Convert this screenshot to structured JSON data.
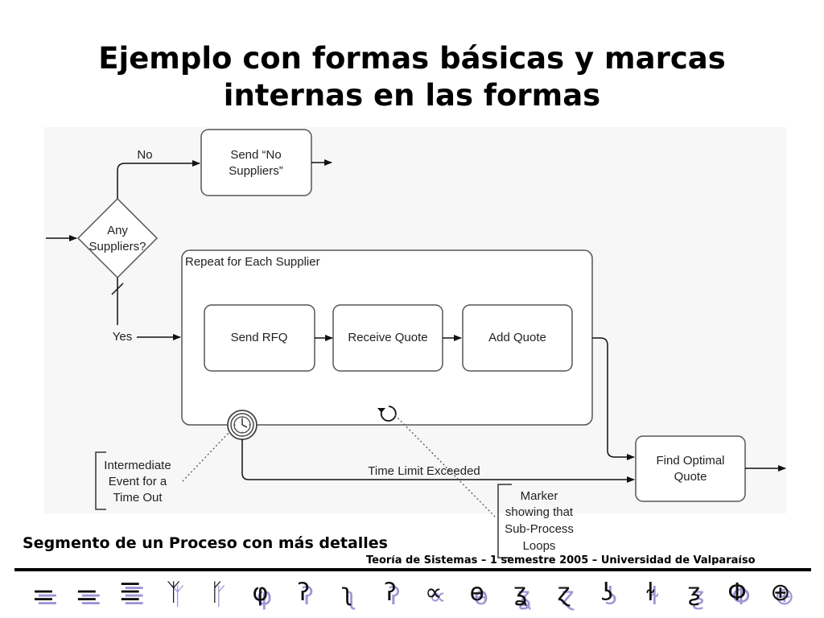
{
  "slide": {
    "title_line1": "Ejemplo con formas básicas y marcas",
    "title_line2": "internas en las formas",
    "caption": "Segmento de un Proceso con más detalles",
    "credit": "Teoría de Sistemas – 1 semestre 2005 – Universidad de Valparaíso"
  },
  "diagram": {
    "gateway": {
      "line1": "Any",
      "line2": "Suppliers?"
    },
    "branch_no": "No",
    "branch_yes": "Yes",
    "task_no_suppliers": {
      "line1": "Send “No",
      "line2": "Suppliers”"
    },
    "subprocess_label": "Repeat for Each Supplier",
    "task_send_rfq": "Send RFQ",
    "task_receive_quote": "Receive Quote",
    "task_add_quote": "Add Quote",
    "task_find_optimal": {
      "line1": "Find Optimal",
      "line2": "Quote"
    },
    "timeout_flow_label": "Time Limit Exceeded",
    "annotation_timer": {
      "line1": "Intermediate",
      "line2": "Event for a",
      "line3": "Time Out"
    },
    "annotation_loop": {
      "line1": "Marker",
      "line2": "showing that",
      "line3": "Sub-Process",
      "line4": "Loops"
    }
  },
  "glyphs": [
    "⚌",
    "⚌",
    "☰",
    "ᛉ",
    "ᚴ",
    "φ",
    "ʔ",
    "ʅ",
    "ʔ",
    "∝",
    "ɵ",
    "ʓ",
    "ɀ",
    "ʖ",
    "ɫ",
    "ƺ",
    "Φ",
    "⊕"
  ],
  "colors": {
    "glyph_shadow": "#9c95d8",
    "diagram_bg": "#f7f7f7"
  }
}
